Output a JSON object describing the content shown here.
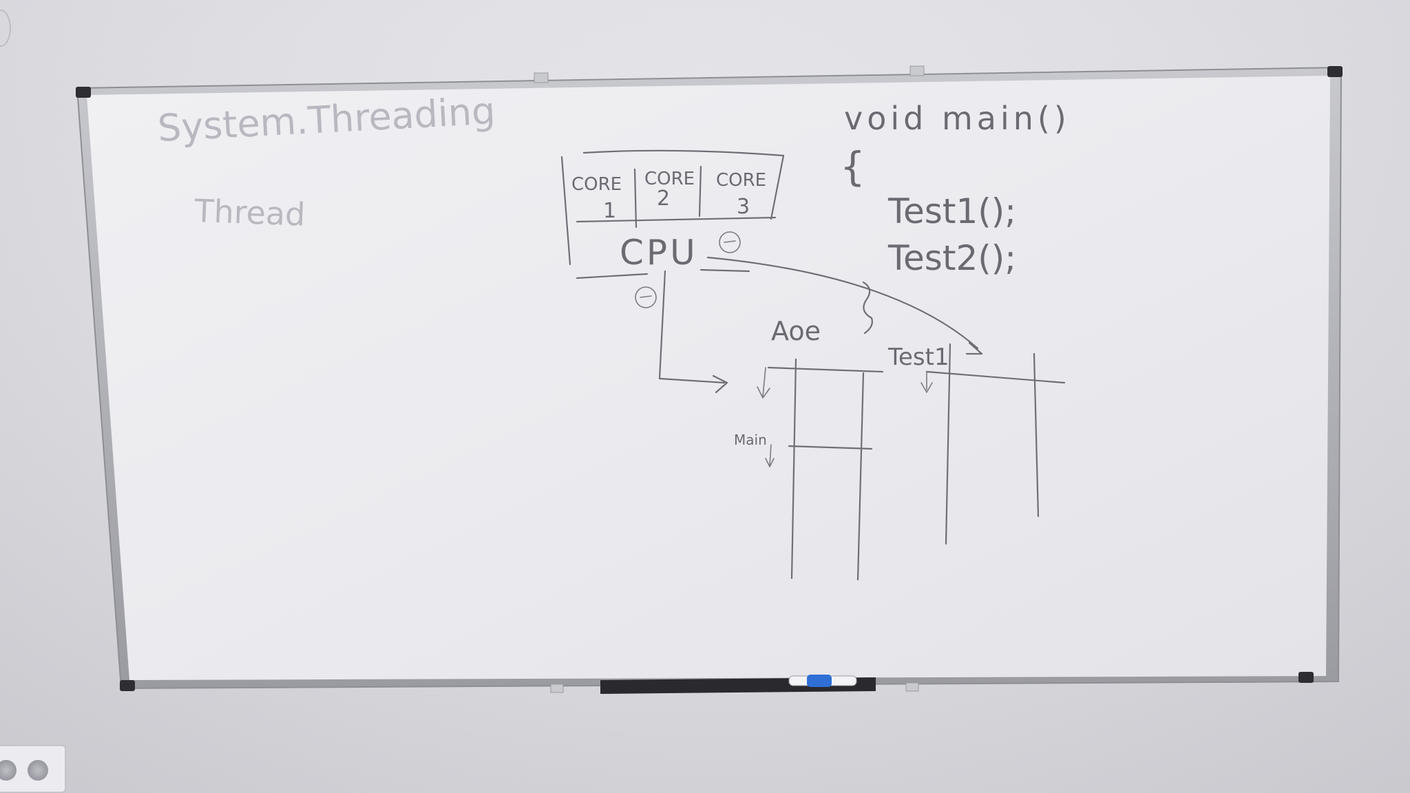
{
  "board": {
    "top_left_heading": "System.Threading",
    "top_left_word": "Thread",
    "code": {
      "line1": "void main()",
      "open_brace": "{",
      "line2": "Test1();",
      "line3": "Test2();"
    },
    "cpu_diagram": {
      "cores": [
        {
          "label": "CORE",
          "number": "1"
        },
        {
          "label": "CORE",
          "number": "2"
        },
        {
          "label": "CORE",
          "number": "3"
        }
      ],
      "cpu_label": "CPU"
    },
    "stack_labels": {
      "left_stack_title": "Aoe",
      "right_stack_title": "Test1",
      "side_note": "Main"
    }
  },
  "colors": {
    "wall": "#dcdce1",
    "board_surface": "#ededf0",
    "frame": "#a9aab0",
    "marker_ink": "#6e6e76",
    "eraser": "#2a2a2e",
    "marker_cap": "#2f6fd6"
  }
}
